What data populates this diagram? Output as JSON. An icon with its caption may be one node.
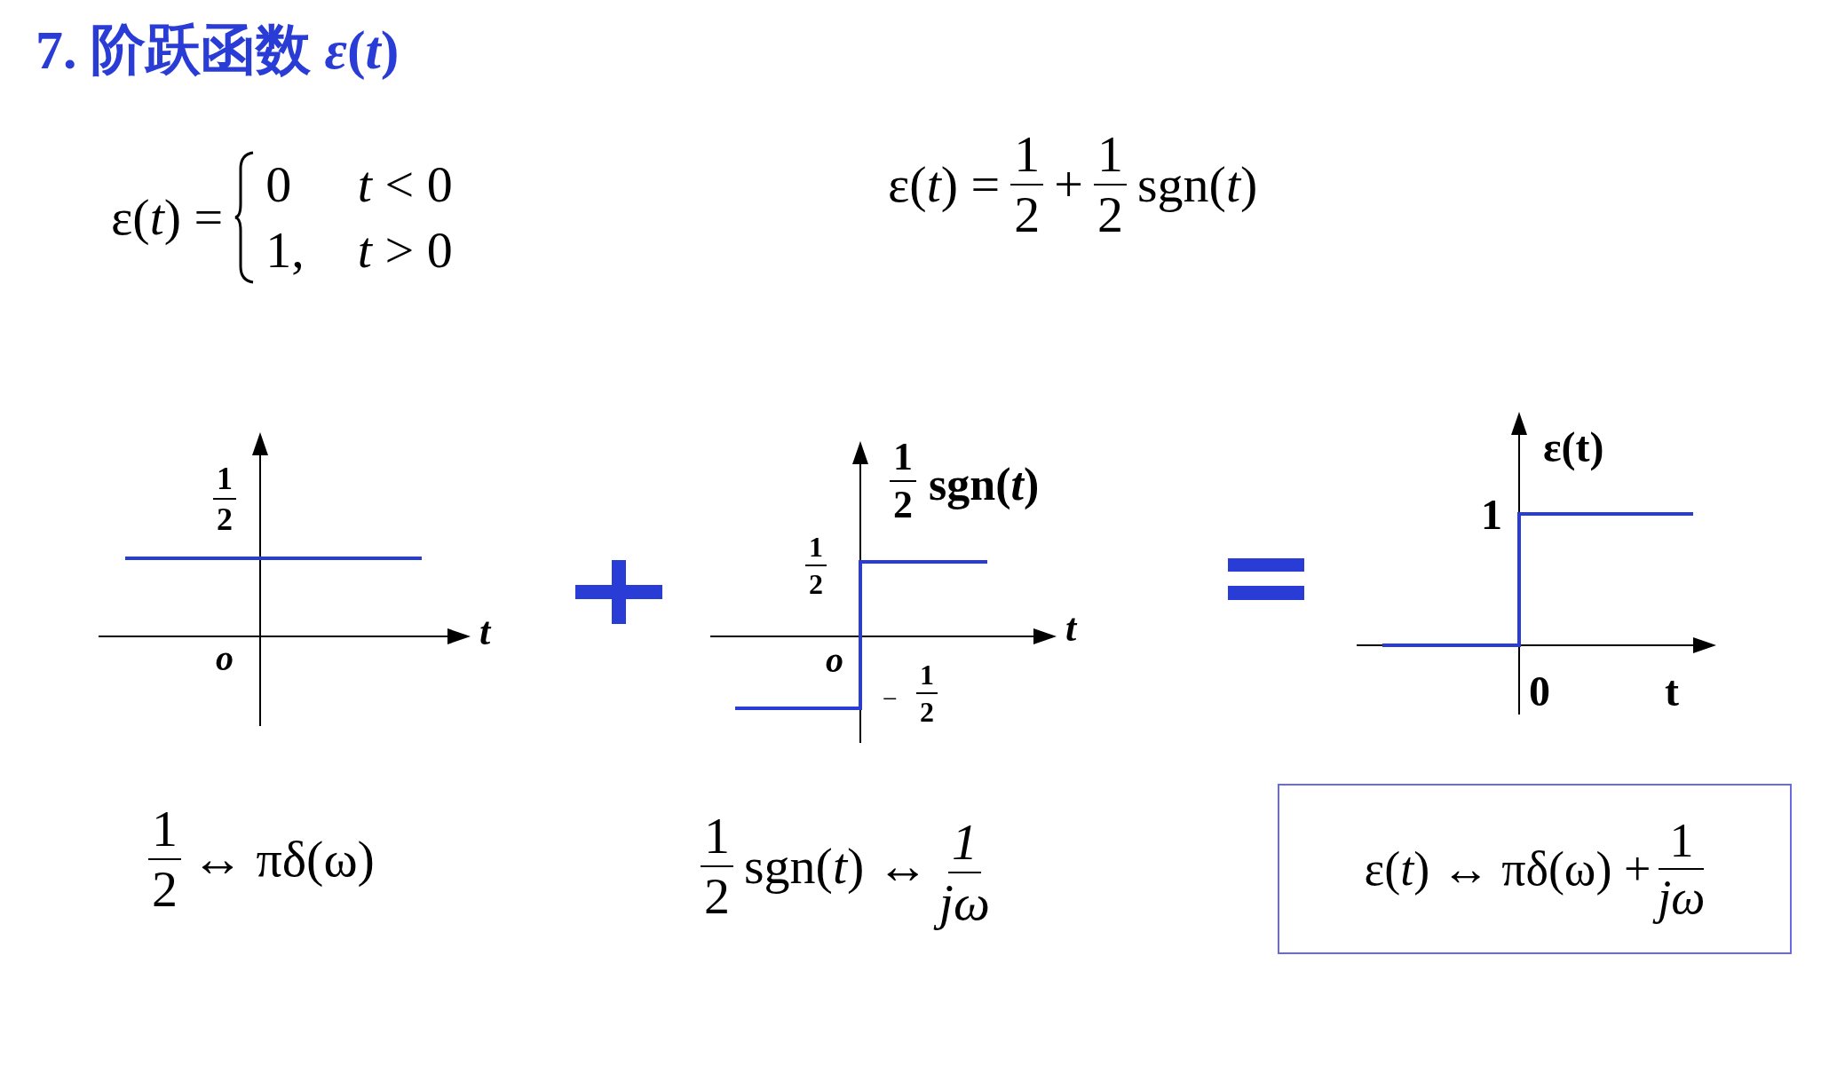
{
  "diagram": {
    "title": "7. 阶跃函数 *ε*(*t*)",
    "nodes": [
      {
        "text": [
          "ε(*t*) ↔ πδ(ω) +",
          "1",
          "jω"
        ]
      }
    ],
    "labels": [
      "ε(*t*) =",
      "0",
      "*t* < 0",
      "1,",
      "*t* > 0",
      "ε(*t*) =",
      "1",
      "2",
      "+",
      "1",
      "2",
      "sgn(*t*)",
      "1",
      "2",
      "t",
      "o",
      "1",
      "2",
      "sgn(*t*)",
      "1",
      "2",
      "t",
      "o",
      "−",
      "1",
      "2",
      "ε(t)",
      "1",
      "0",
      "t",
      "1",
      "2",
      "↔ πδ(ω)",
      "1",
      "2",
      "sgn(*t*) ↔",
      "1",
      "jω"
    ]
  }
}
